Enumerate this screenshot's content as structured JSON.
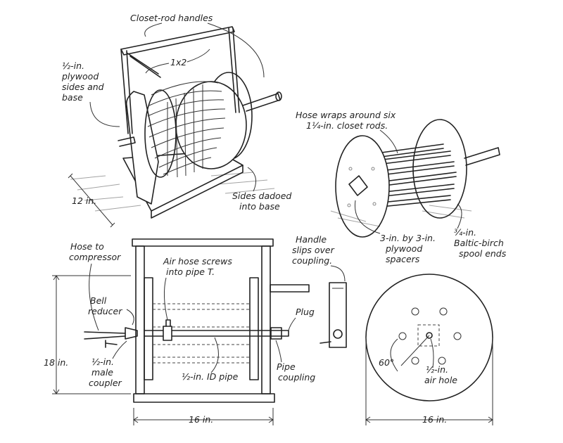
{
  "labels": {
    "closet_rod_handles": "Closet-rod handles",
    "one_by_two": "1x2",
    "plywood_sides_1": "½-in.",
    "plywood_sides_2": "plywood",
    "plywood_sides_3": "sides and",
    "plywood_sides_4": "base",
    "twelve_in": "12 in.",
    "sides_dadoed_1": "Sides dadoed",
    "sides_dadoed_2": "into base",
    "hose_wraps_1": "Hose wraps around six",
    "hose_wraps_2": "1¼-in. closet rods.",
    "spacers_1": "3-in. by 3-in.",
    "spacers_2": "plywood",
    "spacers_3": "spacers",
    "birch_1": "¾-in.",
    "birch_2": "Baltic-birch",
    "birch_3": "spool ends",
    "hose_compressor_1": "Hose to",
    "hose_compressor_2": "compressor",
    "air_hose_1": "Air hose screws",
    "air_hose_2": "into pipe T.",
    "bell_1": "Bell",
    "bell_2": "reducer",
    "eighteen_in": "18 in.",
    "male_1": "½-in.",
    "male_2": "male",
    "male_3": "coupler",
    "id_pipe": "½-in. ID pipe",
    "pipe_coupling_1": "Pipe",
    "pipe_coupling_2": "coupling",
    "plug": "Plug",
    "handle_slips_1": "Handle",
    "handle_slips_2": "slips over",
    "handle_slips_3": "coupling.",
    "sixteen_in_bottom": "16 in.",
    "sixty_deg": "60°",
    "air_hole_1": "½-in.",
    "air_hole_2": "air hole",
    "sixteen_in_circle": "16 in."
  }
}
